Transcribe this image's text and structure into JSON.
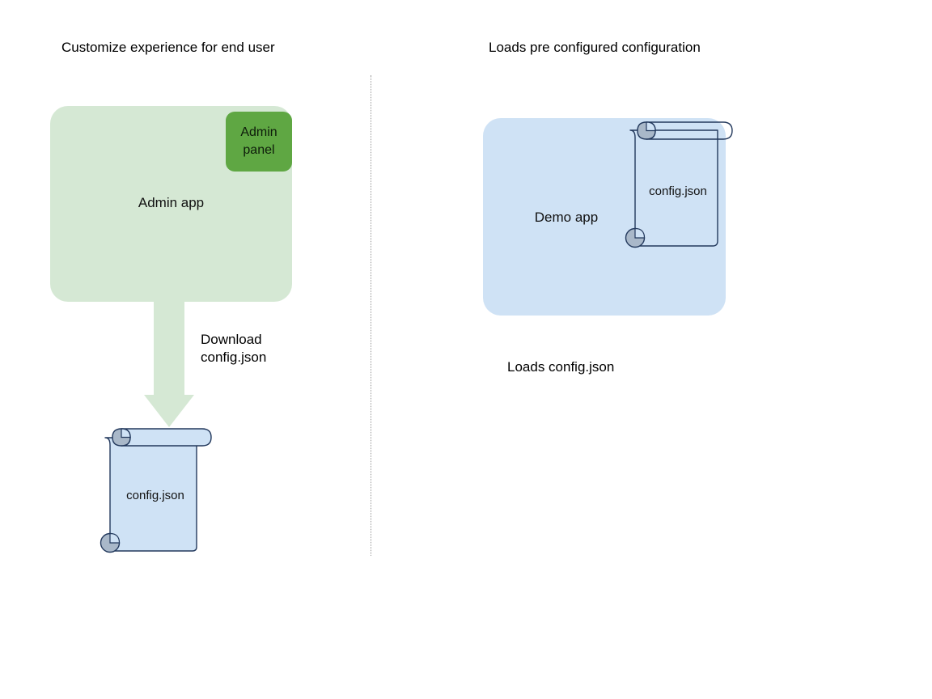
{
  "diagram": {
    "type": "flow-diagram",
    "background_color": "#ffffff",
    "left_panel": {
      "title": "Customize experience for end user",
      "app_card": {
        "label": "Admin app",
        "fill_color": "#d5e8d4"
      },
      "admin_panel": {
        "label": "Admin panel",
        "label_line1": "Admin",
        "label_line2": "panel",
        "fill_color": "#5fa743"
      },
      "arrow": {
        "label_line1": "Download",
        "label_line2": "config.json",
        "direction": "down",
        "fill_color": "#d5e8d4"
      },
      "document": {
        "label": "config.json",
        "fill_color": "#cfe2f5",
        "stroke_color": "#23395d"
      }
    },
    "right_panel": {
      "title": "Loads pre configured configuration",
      "app_card": {
        "label": "Demo app",
        "fill_color": "#cfe2f5"
      },
      "document": {
        "label": "config.json",
        "fill_color": "none",
        "stroke_color": "#23395d"
      },
      "caption": "Loads config.json"
    },
    "divider": {
      "style": "dotted-vertical",
      "color": "#9a9a9a"
    }
  }
}
